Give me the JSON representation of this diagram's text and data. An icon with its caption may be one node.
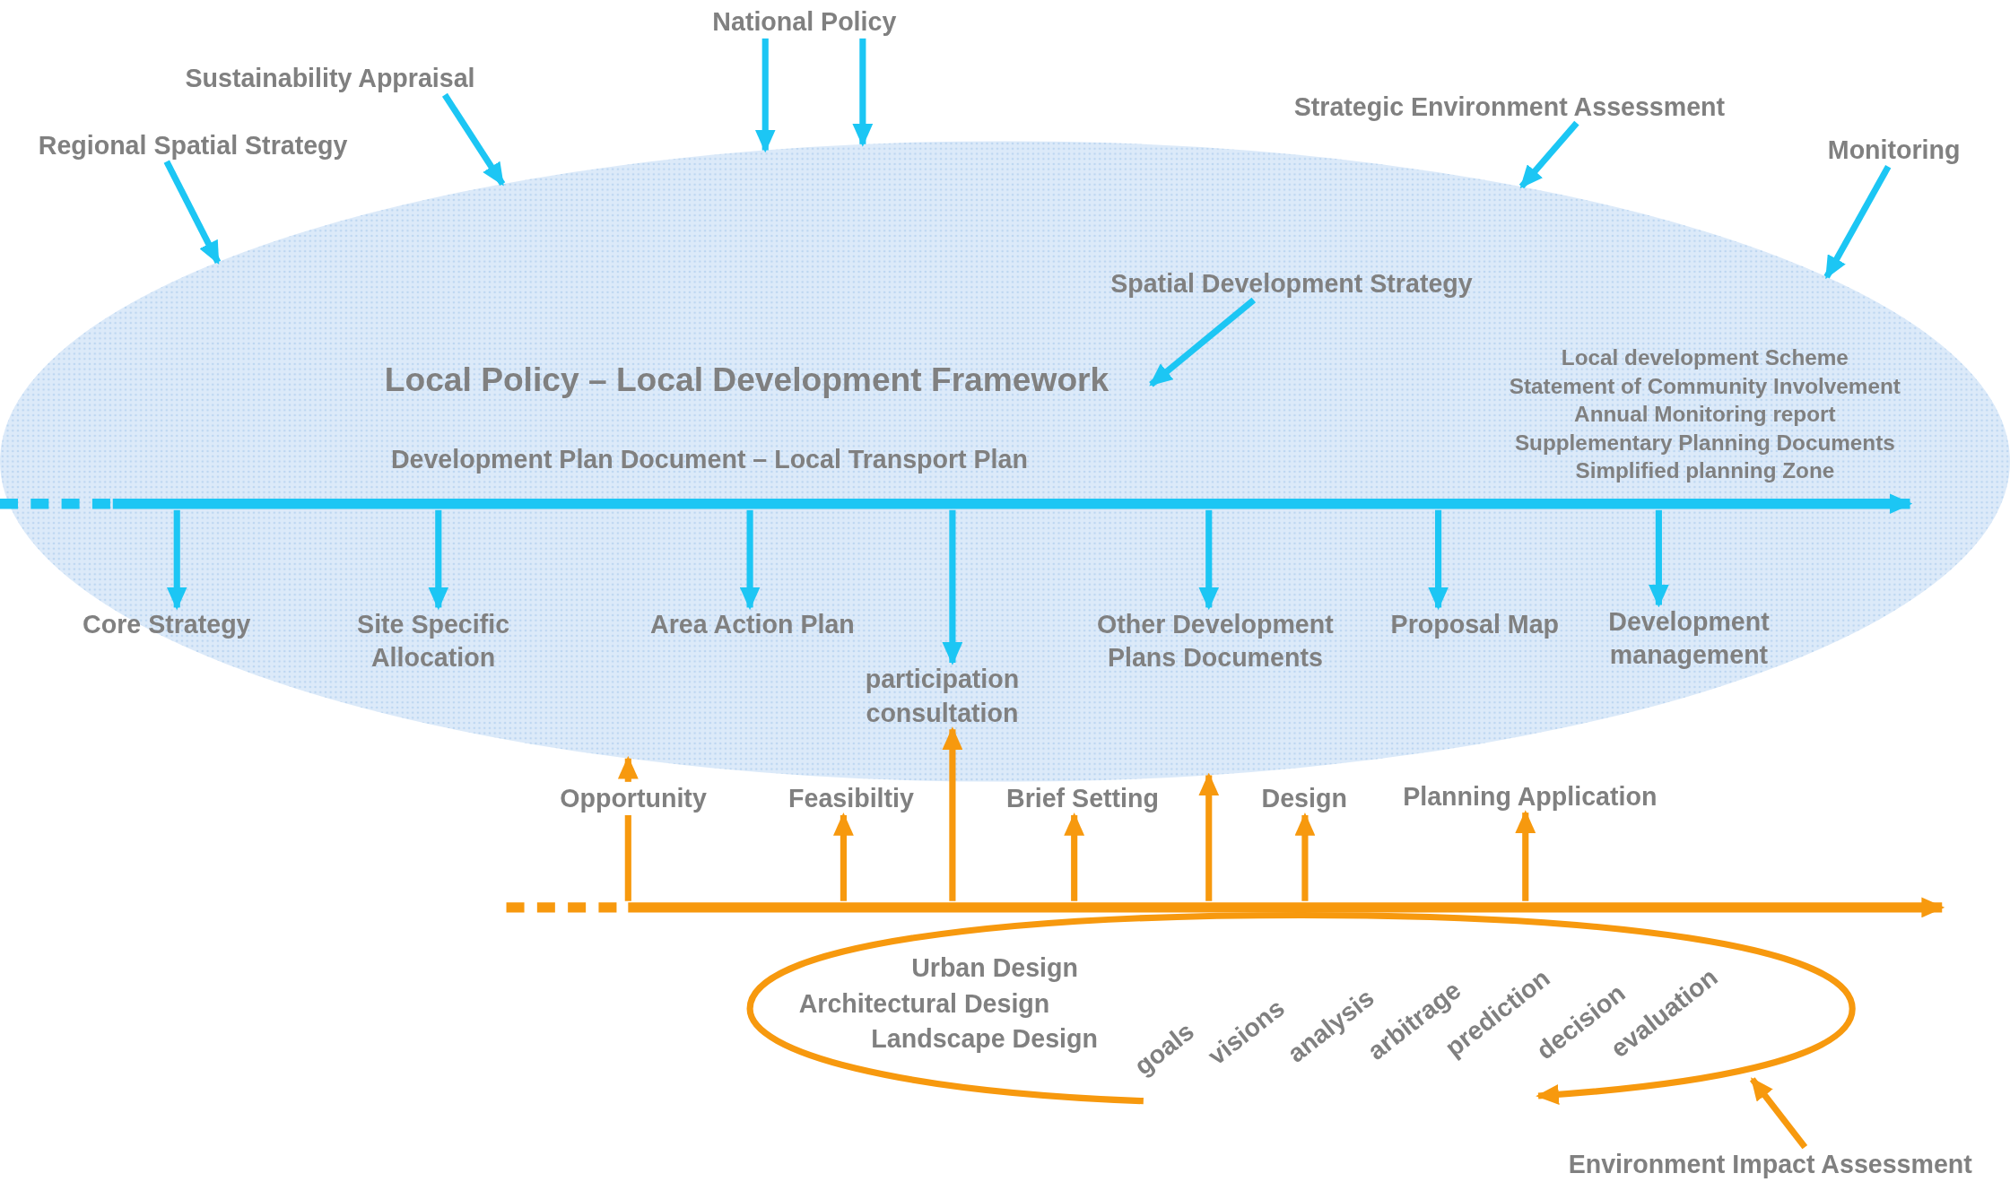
{
  "diagram": {
    "nodes": [
      {
        "text": [
          "Local Policy – Local Development Framework"
        ]
      },
      {
        "text": [
          "Development Plan Document – Local Transport Plan"
        ],
        "in": 0
      },
      {
        "text": [
          "Core Strategy"
        ],
        "in": 0
      },
      {
        "text": [
          "Site Specific Allocation"
        ],
        "in": 0
      },
      {
        "text": [
          "Area Action Plan"
        ],
        "in": 0
      },
      {
        "text": [
          "participation consultation"
        ],
        "in": 0
      },
      {
        "text": [
          "Other Development Plans Documents"
        ],
        "in": 0
      },
      {
        "text": [
          "Proposal Map"
        ],
        "in": 0
      },
      {
        "text": [
          "Development management"
        ],
        "in": 0
      },
      {
        "text": [
          "Spatial Development Strategy"
        ],
        "in": 0
      },
      {
        "text": [
          "Regional Spatial Strategy"
        ]
      },
      {
        "text": [
          "Sustainability Appraisal"
        ]
      },
      {
        "text": [
          "National Policy"
        ]
      },
      {
        "text": [
          "Strategic Environment Assessment"
        ]
      },
      {
        "text": [
          "Monitoring"
        ]
      },
      {
        "text": [],
        "shape": "bar"
      },
      {
        "text": [
          "Feasibiltiy"
        ]
      },
      {
        "text": [
          "Brief Setting"
        ]
      },
      {
        "text": [
          "Design"
        ]
      },
      {
        "text": [
          "Planning Application"
        ]
      },
      {
        "text": [
          "Urban Design",
          "Architectural Design",
          "Landscape Design",
          "goals",
          "visions",
          "analysis",
          "arbitrage",
          "prediction",
          "decision",
          "evaluation"
        ]
      },
      {
        "text": [
          "Environment Impact Assessment"
        ]
      }
    ],
    "edges": [
      {
        "from": 1,
        "to": 2,
        "arrow": "to"
      },
      {
        "from": 1,
        "to": 3,
        "arrow": "to"
      },
      {
        "from": 1,
        "to": 4,
        "arrow": "to"
      },
      {
        "from": 1,
        "to": 5,
        "arrow": "to"
      },
      {
        "from": 1,
        "to": 6,
        "arrow": "to"
      },
      {
        "from": 1,
        "to": 7,
        "arrow": "to"
      },
      {
        "from": 1,
        "to": 8,
        "arrow": "to"
      },
      {
        "from": 9,
        "to": null,
        "arrow": "to"
      },
      {
        "from": 10,
        "to": 0,
        "arrow": "to"
      },
      {
        "from": 11,
        "to": 0,
        "arrow": "to"
      },
      {
        "from": 12,
        "to": 0,
        "arrow": "to"
      },
      {
        "from": 12,
        "to": 0,
        "arrow": "to"
      },
      {
        "from": 13,
        "to": 0,
        "arrow": "to"
      },
      {
        "from": 14,
        "to": 0,
        "arrow": "to"
      },
      {
        "from": 15,
        "to": 0,
        "arrow": "to",
        "label": "Opportunity",
        "color": "#f7990e"
      },
      {
        "from": 15,
        "to": 16,
        "arrow": "to",
        "color": "#f7990e"
      },
      {
        "from": 15,
        "to": 5,
        "arrow": "to",
        "color": "#f7990e"
      },
      {
        "from": 15,
        "to": 17,
        "arrow": "to",
        "color": "#f7990e"
      },
      {
        "from": 15,
        "to": 0,
        "arrow": "to",
        "color": "#f7990e"
      },
      {
        "from": 15,
        "to": 18,
        "arrow": "to",
        "color": "#f7990e"
      },
      {
        "from": 15,
        "to": 19,
        "arrow": "to",
        "color": "#f7990e"
      },
      {
        "from": 21,
        "to": 20,
        "arrow": "to",
        "color": "#f7990e"
      }
    ],
    "labels": [
      "Local development Scheme",
      "Statement of Community Involvement",
      "Annual Monitoring report",
      "Supplementary Planning Documents",
      "Simplified planning Zone"
    ]
  }
}
